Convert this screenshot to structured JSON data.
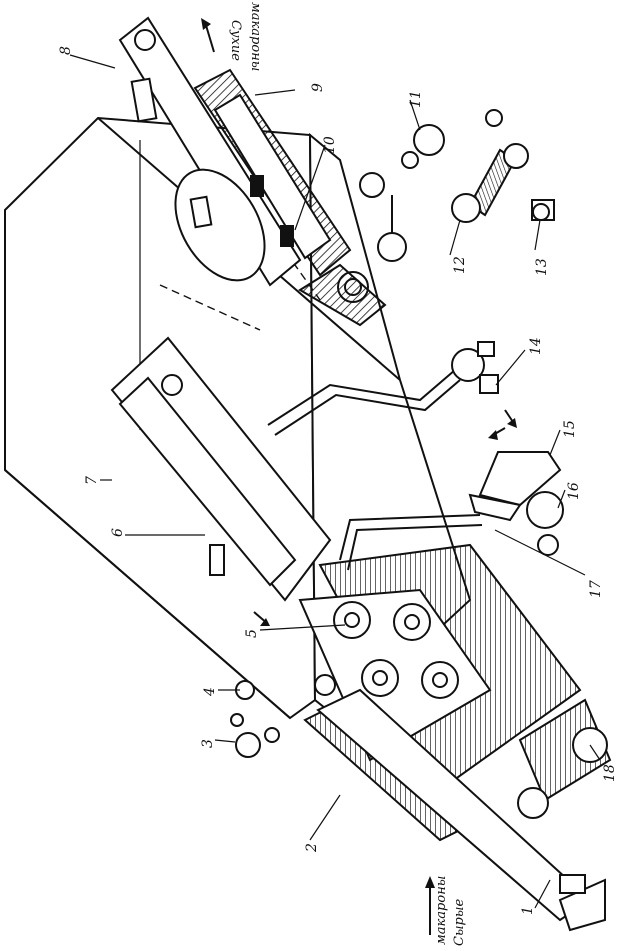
{
  "figure": {
    "callouts": [
      {
        "id": "c1",
        "label": "1"
      },
      {
        "id": "c2",
        "label": "2"
      },
      {
        "id": "c3",
        "label": "3"
      },
      {
        "id": "c4",
        "label": "4"
      },
      {
        "id": "c5",
        "label": "5"
      },
      {
        "id": "c6",
        "label": "6"
      },
      {
        "id": "c7",
        "label": "7"
      },
      {
        "id": "c8",
        "label": "8"
      },
      {
        "id": "c9",
        "label": "9"
      },
      {
        "id": "c10",
        "label": "10"
      },
      {
        "id": "c11",
        "label": "11"
      },
      {
        "id": "c12",
        "label": "12"
      },
      {
        "id": "c13",
        "label": "13"
      },
      {
        "id": "c14",
        "label": "14"
      },
      {
        "id": "c15",
        "label": "15"
      },
      {
        "id": "c16",
        "label": "16"
      },
      {
        "id": "c17",
        "label": "17"
      },
      {
        "id": "c18",
        "label": "18"
      }
    ],
    "flow_labels": {
      "dry_top_line1": "Сухие",
      "dry_top_line2": "макароны",
      "raw_bottom_line1": "Сырые",
      "raw_bottom_line2": "макароны"
    }
  }
}
